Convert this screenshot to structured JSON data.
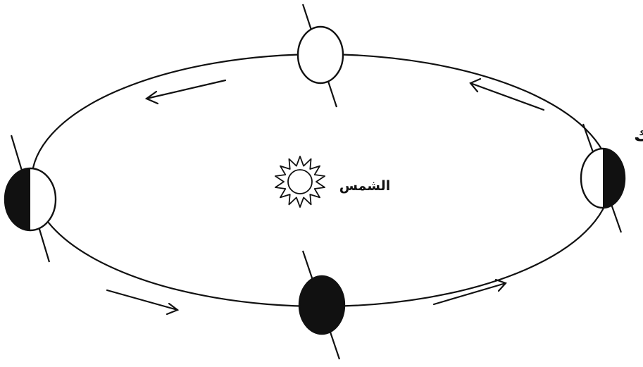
{
  "labels": {
    "sun": "الشمس",
    "edge": "ك"
  },
  "colors": {
    "line": "#111111",
    "dark": "#111111",
    "light": "#ffffff",
    "background": "#ffffff"
  },
  "earth_positions": [
    {
      "name": "top",
      "shading": "none"
    },
    {
      "name": "right",
      "shading": "right-half-dark"
    },
    {
      "name": "bottom",
      "shading": "full-dark"
    },
    {
      "name": "left",
      "shading": "left-half-dark"
    }
  ],
  "orbit_direction": "counter-clockwise",
  "icons": [
    "sun-icon",
    "earth-icon",
    "arrow-icon"
  ]
}
